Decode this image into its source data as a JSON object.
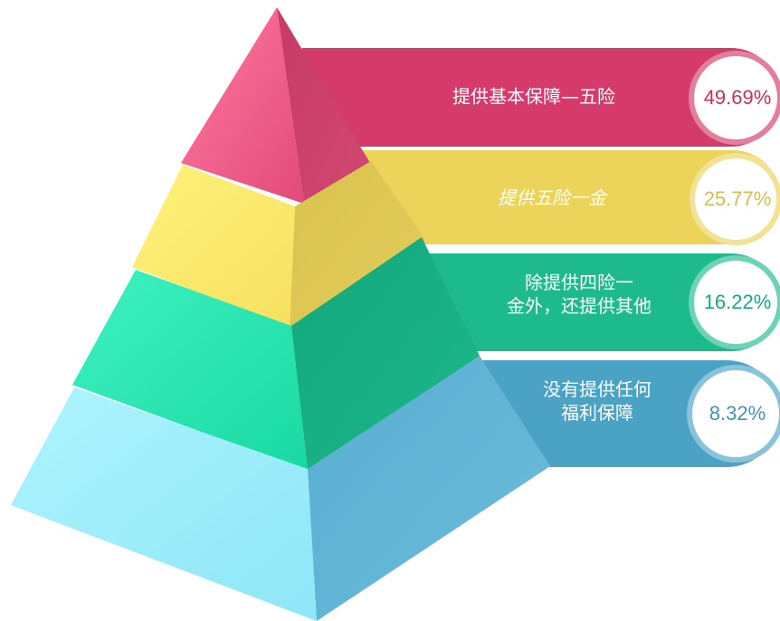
{
  "chart_data": {
    "type": "pyramid",
    "title": "",
    "categories": [
      "提供基本保障—五险",
      "提供五险一金",
      "除提供四险一金外，还提供其他",
      "没有提供任何福利保障"
    ],
    "values": [
      49.69,
      25.77,
      16.22,
      8.32
    ],
    "unit": "%",
    "value_labels": [
      "49.69%",
      "25.77%",
      "16.22%",
      "8.32%"
    ],
    "colors": [
      "#d43a6a",
      "#ecd35a",
      "#1dbb8b",
      "#4aa3c5"
    ]
  }
}
